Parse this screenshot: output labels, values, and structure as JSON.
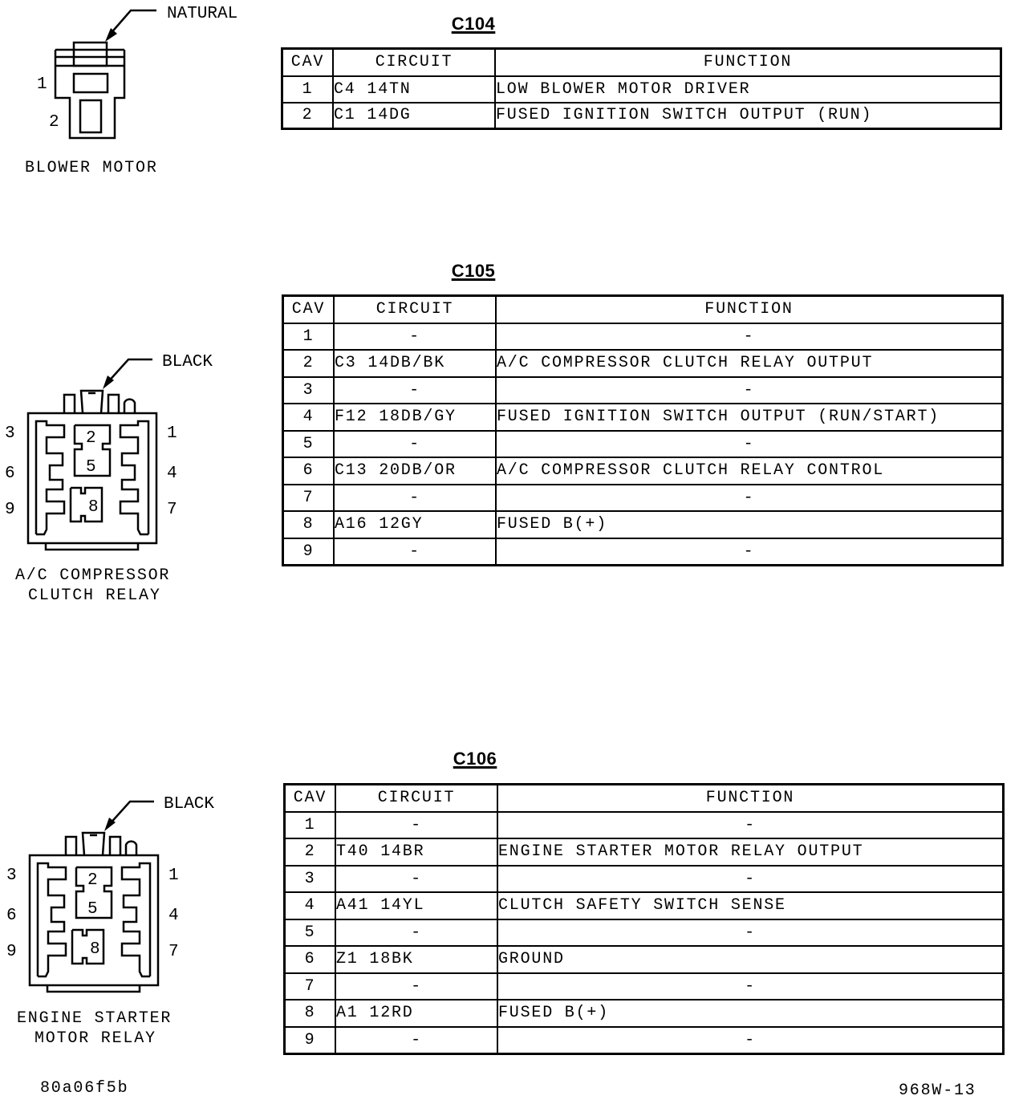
{
  "connectors": [
    {
      "id": "C104",
      "name_lines": [
        "BLOWER MOTOR"
      ],
      "color": "NATURAL",
      "pin_labels": [
        "1",
        "2"
      ],
      "headers": [
        "CAV",
        "CIRCUIT",
        "FUNCTION"
      ],
      "rows": [
        {
          "cav": "1",
          "circuit": "C4 14TN",
          "function": "LOW BLOWER MOTOR DRIVER"
        },
        {
          "cav": "2",
          "circuit": "C1 14DG",
          "function": "FUSED IGNITION SWITCH OUTPUT (RUN)"
        }
      ]
    },
    {
      "id": "C105",
      "name_lines": [
        "A/C COMPRESSOR",
        "CLUTCH RELAY"
      ],
      "color": "BLACK",
      "pin_labels": [
        "3",
        "6",
        "9",
        "1",
        "4",
        "7",
        "2",
        "5",
        "8"
      ],
      "headers": [
        "CAV",
        "CIRCUIT",
        "FUNCTION"
      ],
      "rows": [
        {
          "cav": "1",
          "circuit": "-",
          "function": "-"
        },
        {
          "cav": "2",
          "circuit": "C3 14DB/BK",
          "function": "A/C COMPRESSOR CLUTCH RELAY OUTPUT"
        },
        {
          "cav": "3",
          "circuit": "-",
          "function": "-"
        },
        {
          "cav": "4",
          "circuit": "F12 18DB/GY",
          "function": "FUSED IGNITION SWITCH OUTPUT (RUN/START)"
        },
        {
          "cav": "5",
          "circuit": "-",
          "function": "-"
        },
        {
          "cav": "6",
          "circuit": "C13 20DB/OR",
          "function": "A/C COMPRESSOR CLUTCH RELAY CONTROL"
        },
        {
          "cav": "7",
          "circuit": "-",
          "function": "-"
        },
        {
          "cav": "8",
          "circuit": "A16 12GY",
          "function": "FUSED B(+)"
        },
        {
          "cav": "9",
          "circuit": "-",
          "function": "-"
        }
      ]
    },
    {
      "id": "C106",
      "name_lines": [
        "ENGINE STARTER",
        "MOTOR RELAY"
      ],
      "color": "BLACK",
      "pin_labels": [
        "3",
        "6",
        "9",
        "1",
        "4",
        "7",
        "2",
        "5",
        "8"
      ],
      "headers": [
        "CAV",
        "CIRCUIT",
        "FUNCTION"
      ],
      "rows": [
        {
          "cav": "1",
          "circuit": "-",
          "function": "-"
        },
        {
          "cav": "2",
          "circuit": "T40 14BR",
          "function": "ENGINE STARTER MOTOR RELAY OUTPUT"
        },
        {
          "cav": "3",
          "circuit": "-",
          "function": "-"
        },
        {
          "cav": "4",
          "circuit": "A41 14YL",
          "function": "CLUTCH SAFETY SWITCH SENSE"
        },
        {
          "cav": "5",
          "circuit": "-",
          "function": "-"
        },
        {
          "cav": "6",
          "circuit": "Z1 18BK",
          "function": "GROUND"
        },
        {
          "cav": "7",
          "circuit": "-",
          "function": "-"
        },
        {
          "cav": "8",
          "circuit": "A1 12RD",
          "function": "FUSED B(+)"
        },
        {
          "cav": "9",
          "circuit": "-",
          "function": "-"
        }
      ]
    }
  ],
  "footer": {
    "left_code": "80a06f5b",
    "right_code": "968W-13"
  }
}
